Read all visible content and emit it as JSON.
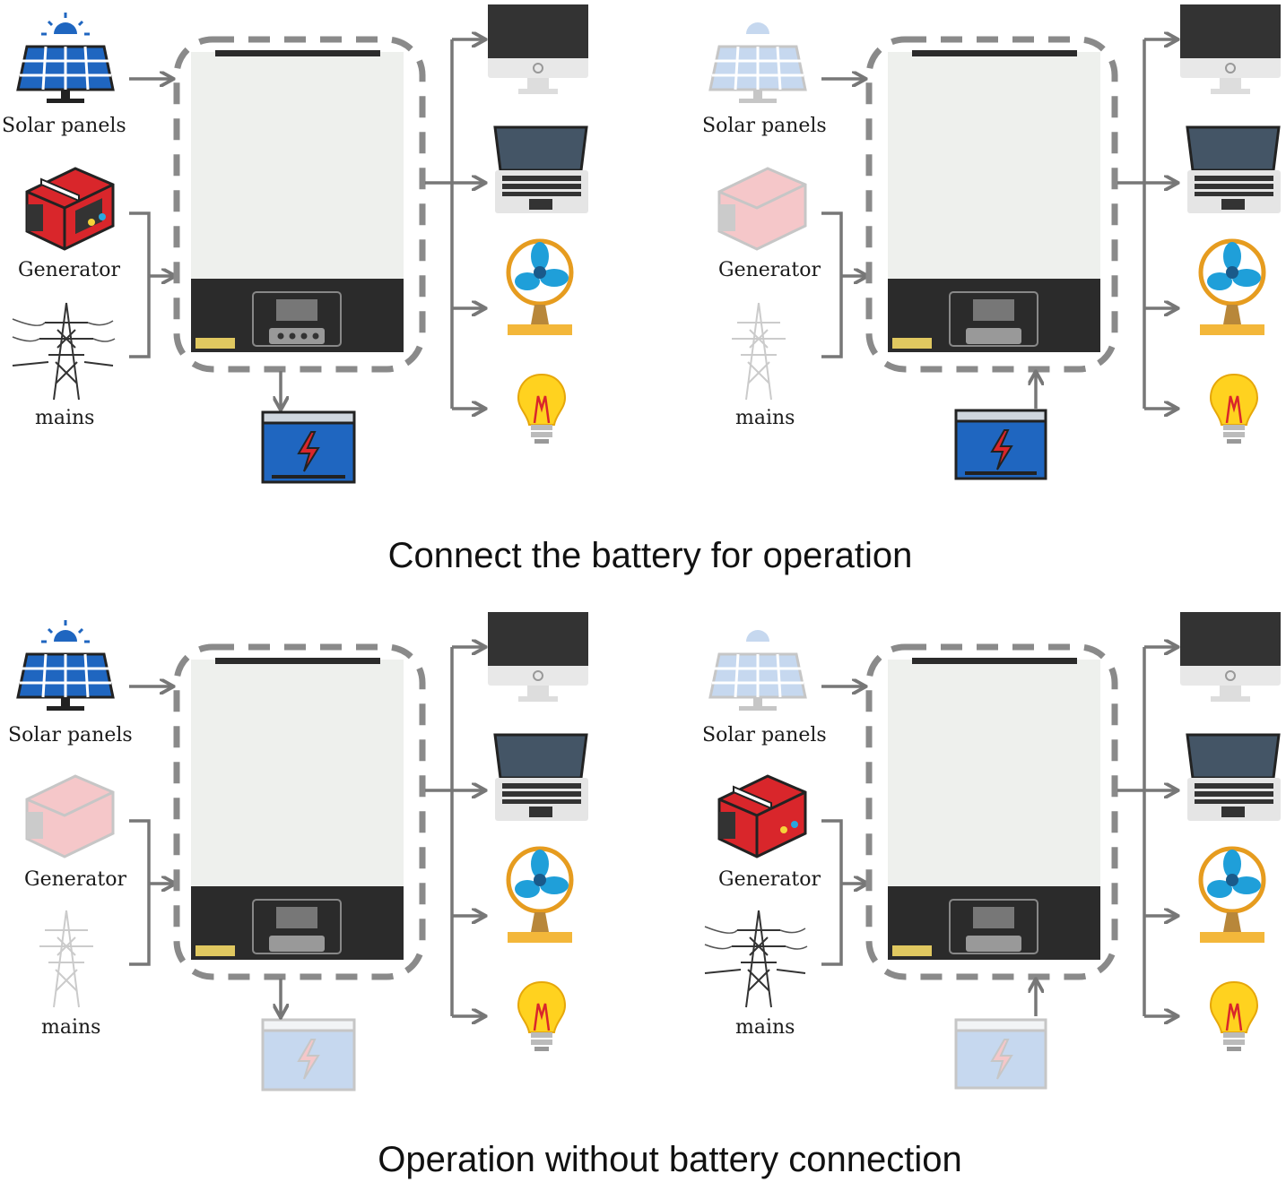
{
  "sources": {
    "solar": "Solar panels",
    "generator": "Generator",
    "mains": "mains"
  },
  "captions": {
    "with_battery": "Connect the battery for operation",
    "without_battery": "Operation without battery connection"
  },
  "colors": {
    "arrow": "#777777",
    "dashed_frame": "#8a8a8a",
    "inverter_body": "#eef0ed",
    "inverter_base": "#2b2b2b",
    "battery_blue": "#1f66c0",
    "solar_blue": "#1f66c0",
    "generator_red": "#d9262b"
  },
  "panels": [
    {
      "id": "top-left",
      "solar_active": true,
      "generator_active": true,
      "mains_active": true,
      "battery_active": true,
      "battery_flow": "charge"
    },
    {
      "id": "top-right",
      "solar_active": false,
      "generator_active": false,
      "mains_active": false,
      "battery_active": true,
      "battery_flow": "discharge"
    },
    {
      "id": "bottom-left",
      "solar_active": true,
      "generator_active": false,
      "mains_active": false,
      "battery_active": false,
      "battery_flow": "charge"
    },
    {
      "id": "bottom-right",
      "solar_active": false,
      "generator_active": true,
      "mains_active": true,
      "battery_active": false,
      "battery_flow": "discharge"
    }
  ],
  "loads": [
    "monitor-icon",
    "laptop-icon",
    "fan-icon",
    "light-bulb-icon"
  ]
}
